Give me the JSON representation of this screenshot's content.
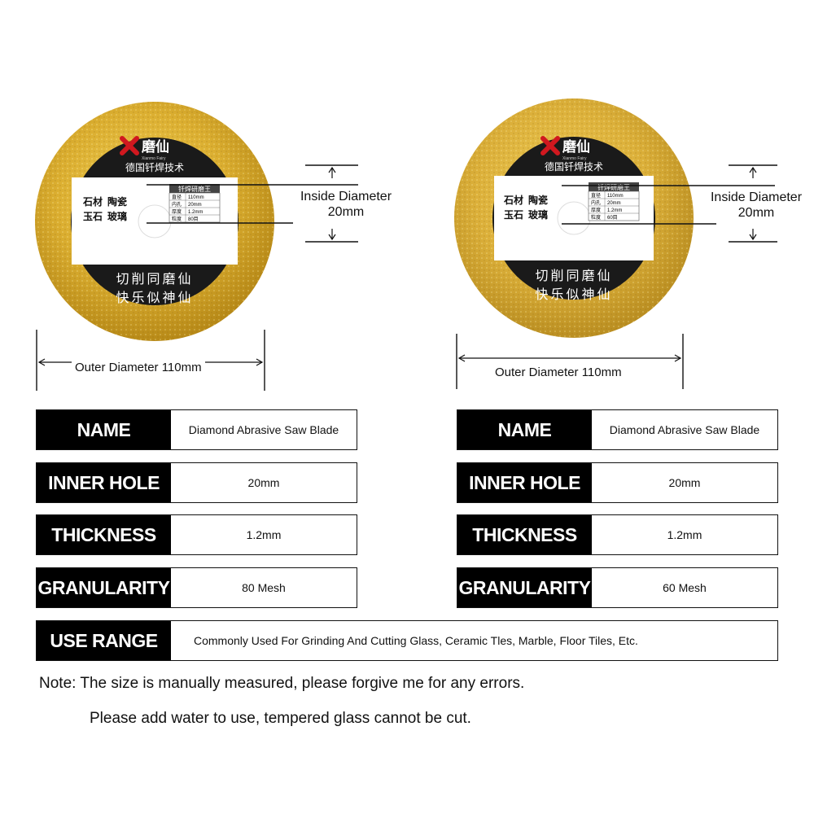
{
  "blades": [
    {
      "brand": "磨仙",
      "brand_sub": "Xianmo Fairy",
      "brand_tagline": "德国钎焊技术",
      "materials": [
        "石材",
        "陶瓷",
        "玉石",
        "玻璃"
      ],
      "spec_header": "钎焊研磨王",
      "spec_rows": [
        [
          "直径",
          "110mm"
        ],
        [
          "内孔",
          "20mm"
        ],
        [
          "厚度",
          "1.2mm"
        ],
        [
          "粒度",
          "80目"
        ]
      ],
      "slogan_1": "切削同磨仙",
      "slogan_2": "快乐似神仙",
      "inside_label_1": "Inside Diameter",
      "inside_label_2": "20mm",
      "outer_label": "Outer Diameter 110mm",
      "table": [
        {
          "key": "NAME",
          "value": "Diamond Abrasive Saw Blade"
        },
        {
          "key": "INNER HOLE",
          "value": "20mm"
        },
        {
          "key": "THICKNESS",
          "value": "1.2mm"
        },
        {
          "key": "GRANULARITY",
          "value": "80 Mesh"
        }
      ]
    },
    {
      "brand": "磨仙",
      "brand_sub": "Xianmo Fairy",
      "brand_tagline": "德国钎焊技术",
      "materials": [
        "石材",
        "陶瓷",
        "玉石",
        "玻璃"
      ],
      "spec_header": "钎焊研磨王",
      "spec_rows": [
        [
          "直径",
          "110mm"
        ],
        [
          "内孔",
          "20mm"
        ],
        [
          "厚度",
          "1.2mm"
        ],
        [
          "粒度",
          "60目"
        ]
      ],
      "slogan_1": "切削同磨仙",
      "slogan_2": "快乐似神仙",
      "inside_label_1": "Inside Diameter",
      "inside_label_2": "20mm",
      "outer_label": "Outer Diameter 110mm",
      "table": [
        {
          "key": "NAME",
          "value": "Diamond Abrasive Saw Blade"
        },
        {
          "key": "INNER HOLE",
          "value": "20mm"
        },
        {
          "key": "THICKNESS",
          "value": "1.2mm"
        },
        {
          "key": "GRANULARITY",
          "value": "60 Mesh"
        }
      ]
    }
  ],
  "use_range": {
    "key": "USE RANGE",
    "value": "Commonly Used For Grinding And Cutting Glass, Ceramic Tles, Marble, Floor Tiles, Etc."
  },
  "notes": {
    "line1": "Note: The size is manually measured, please forgive me for any errors.",
    "line2": "Please add water to use, tempered glass cannot be cut."
  },
  "colors": {
    "blade_gold": "#d9ab2e",
    "label_black": "#1a1a1a",
    "logo_red": "#d0181f"
  }
}
